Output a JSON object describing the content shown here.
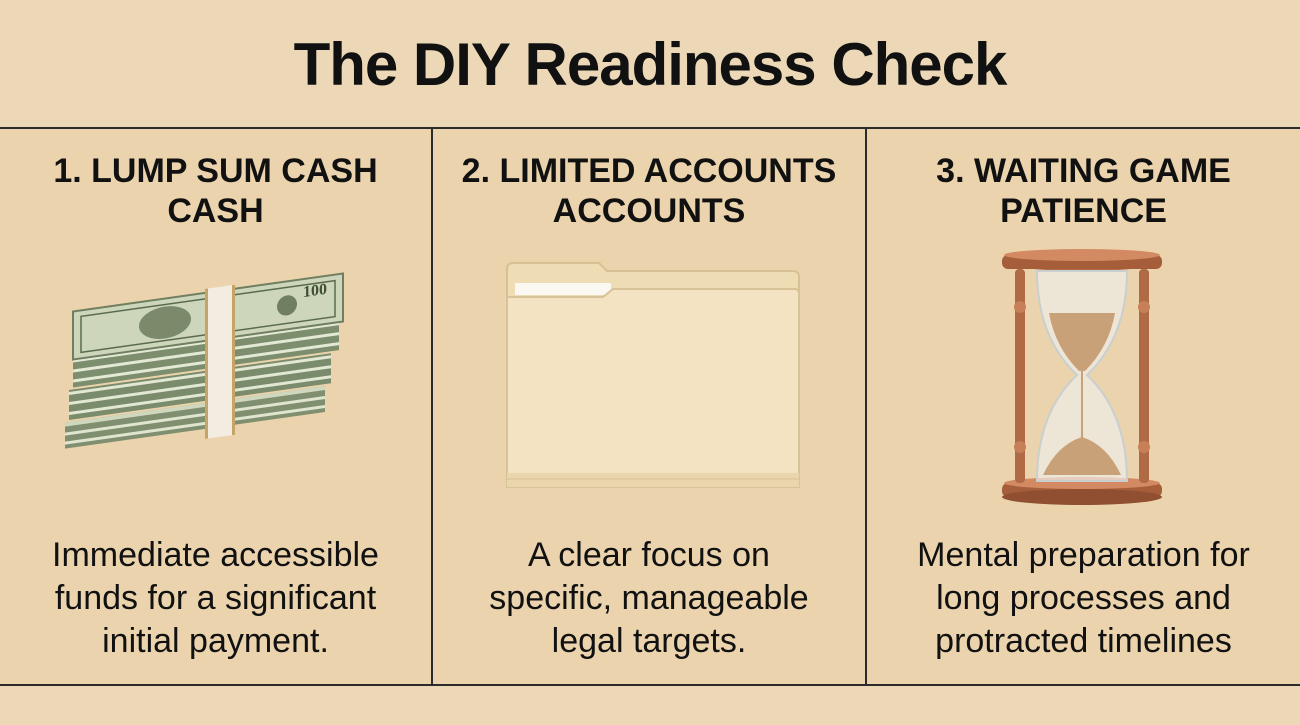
{
  "title": "The DIY Readiness Check",
  "columns": [
    {
      "title_lines": [
        "1. LUMP SUM CASH",
        "CASH"
      ],
      "description_lines": [
        "Immediate accessible",
        "funds for a significant",
        "initial payment."
      ],
      "illustration_icon": "money-stack-icon"
    },
    {
      "title_lines": [
        "2. LIMITED ACCOUNTS",
        "ACCOUNTS"
      ],
      "description_lines": [
        "A clear focus on",
        "specific, manageable",
        "legal targets."
      ],
      "illustration_icon": "file-folder-icon"
    },
    {
      "title_lines": [
        "3. WAITING GAME",
        "PATIENCE"
      ],
      "description_lines": [
        "Mental preparation for",
        "long processes and",
        "protracted timelines"
      ],
      "illustration_icon": "hourglass-icon"
    }
  ],
  "colors": {
    "background": "#ecd8b6",
    "divider": "#2b2b2b",
    "text": "#111111"
  }
}
